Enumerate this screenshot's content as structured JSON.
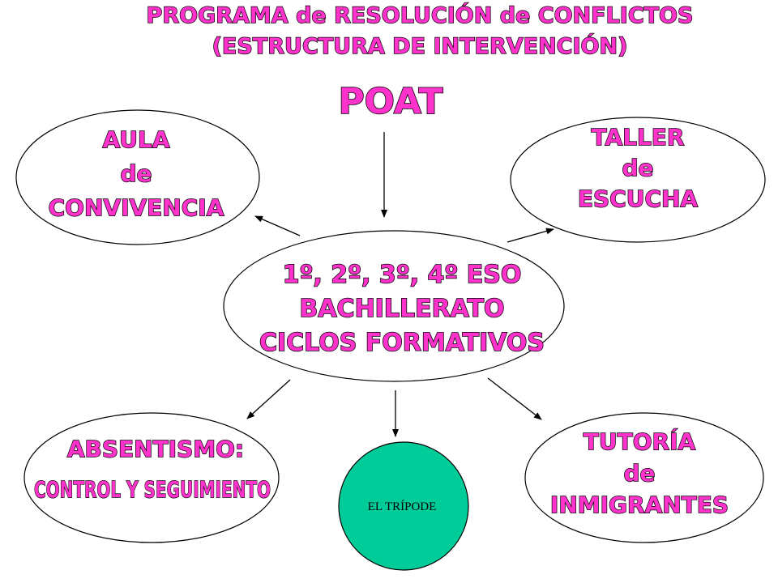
{
  "title": {
    "line1": "PROGRAMA de RESOLUCIÓN  de CONFLICTOS",
    "line2": "(ESTRUCTURA DE INTERVENCIÓN)"
  },
  "top_label": "POAT",
  "center": {
    "lines": [
      "1º, 2º, 3º, 4º ESO",
      "BACHILLERATO",
      "CICLOS FORMATIVOS"
    ]
  },
  "nodes": {
    "aula": {
      "lines": [
        "AULA",
        "de",
        "CONVIVENCIA"
      ]
    },
    "taller": {
      "lines": [
        "TALLER",
        "de",
        "ESCUCHA"
      ]
    },
    "absentismo": {
      "lines": [
        "ABSENTISMO:",
        "CONTROL Y SEGUIMIENTO"
      ]
    },
    "tripode": {
      "label": "EL TRÍPODE"
    },
    "tutoria": {
      "lines": [
        "TUTORÍA",
        "de",
        "INMIGRANTES"
      ]
    }
  },
  "colors": {
    "text_fill": "#ff33cc",
    "text_outline": "#000000",
    "tripode_fill": "#00cc99",
    "background": "#ffffff"
  }
}
